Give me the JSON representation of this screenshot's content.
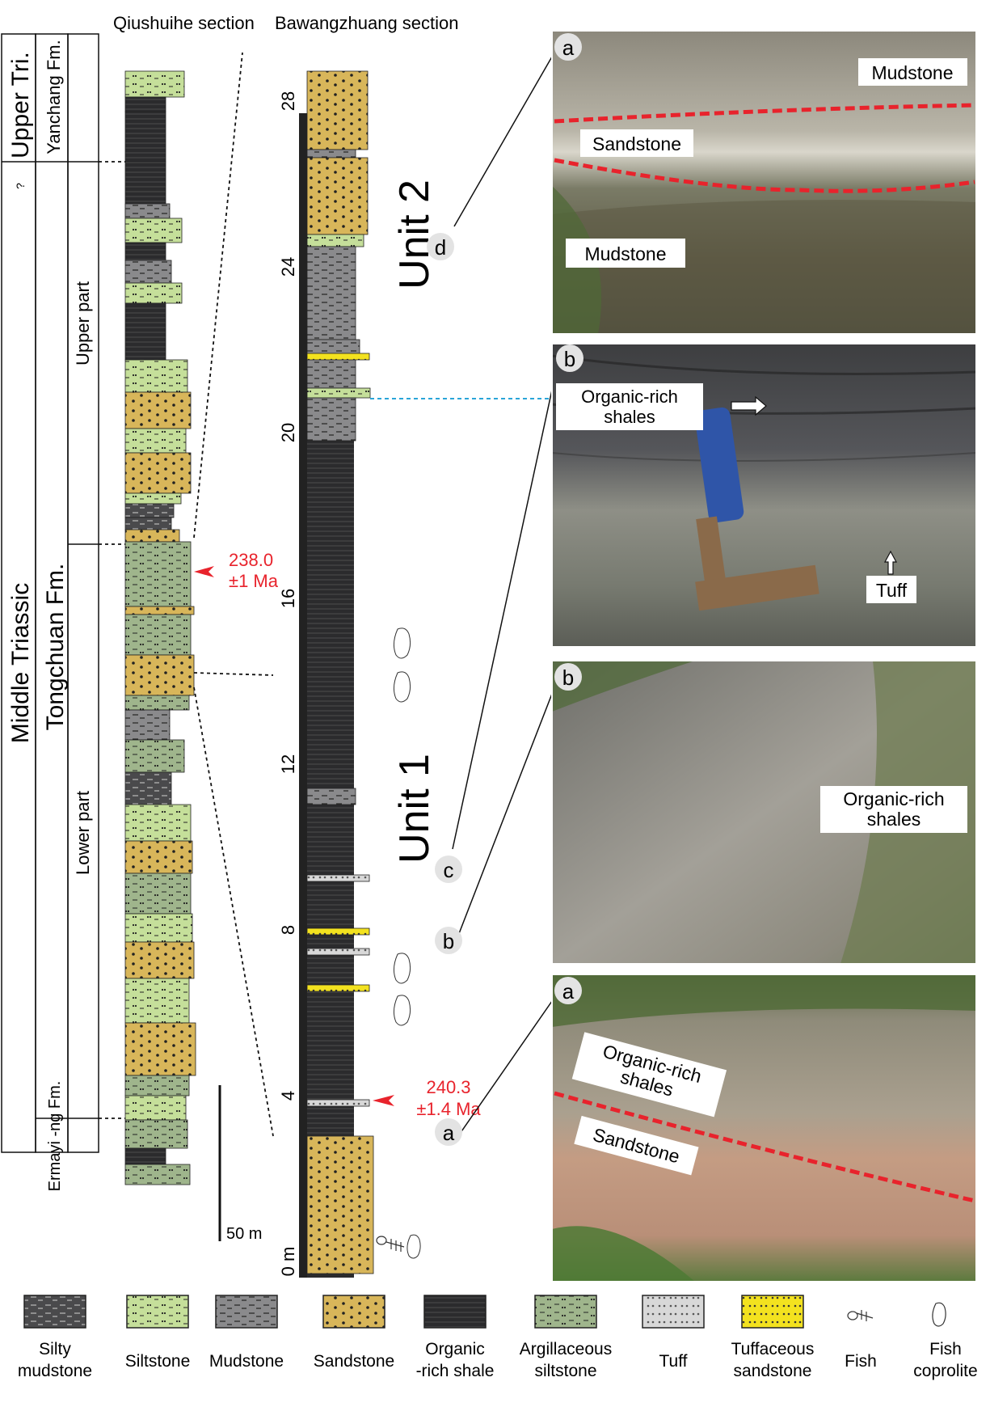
{
  "stratigraphy": {
    "series": {
      "upper": "Upper Tri.",
      "middle": "Middle Triassic",
      "unknown_mark": "?"
    },
    "formations": {
      "yanchang": "Yanchang Fm.",
      "tongchuan": "Tongchuan Fm.",
      "ermaying": "Ermayi -ng Fm."
    },
    "parts": {
      "upper": "Upper part",
      "lower": "Lower part"
    }
  },
  "qiushuihe": {
    "title": "Qiushuihe section",
    "age_label": "238.0 ±1 Ma",
    "scale_bar": "50 m"
  },
  "bawangzhuang": {
    "title": "Bawangzhuang section",
    "axis_ticks": [
      "0 m",
      "4",
      "8",
      "12",
      "16",
      "20",
      "24",
      "28"
    ],
    "units": [
      "Unit 1",
      "Unit 2"
    ],
    "age_label": "240.3 ±1.4 Ma",
    "photo_markers": [
      "a",
      "b",
      "c",
      "d"
    ]
  },
  "photos": [
    {
      "id": "d",
      "labels": [
        "Mudstone",
        "Sandstone",
        "Mudstone"
      ]
    },
    {
      "id": "c",
      "labels": [
        "Organic-rich shales",
        "Tuff"
      ]
    },
    {
      "id": "b",
      "labels": [
        "Organic-rich shales"
      ]
    },
    {
      "id": "a",
      "labels": [
        "Organic-rich shales",
        "Sandstone"
      ]
    }
  ],
  "legend": [
    {
      "name": "silty-mudstone",
      "label": "Silty mudstone",
      "color": "#4a4a4c"
    },
    {
      "name": "siltstone",
      "label": "Siltstone",
      "color": "#c5df9a"
    },
    {
      "name": "mudstone",
      "label": "Mudstone",
      "color": "#8a8a8c"
    },
    {
      "name": "sandstone",
      "label": "Sandstone",
      "color": "#d8b65a"
    },
    {
      "name": "organic-rich-shale",
      "label": "Organic -rich shale",
      "color": "#2b2b2d"
    },
    {
      "name": "argillaceous-siltstone",
      "label": "Argillaceous siltstone",
      "color": "#9fb58c"
    },
    {
      "name": "tuff",
      "label": "Tuff",
      "color": "#d8d8d8"
    },
    {
      "name": "tuffaceous-sandstone",
      "label": "Tuffaceous sandstone",
      "color": "#f3e21f"
    },
    {
      "name": "fish",
      "label": "Fish",
      "color": "#ffffff"
    },
    {
      "name": "fish-coprolite",
      "label": "Fish coprolite",
      "color": "#ffffff"
    }
  ],
  "colors": {
    "accent_red": "#e8232c",
    "correlation_blue": "#2aa5d8"
  }
}
